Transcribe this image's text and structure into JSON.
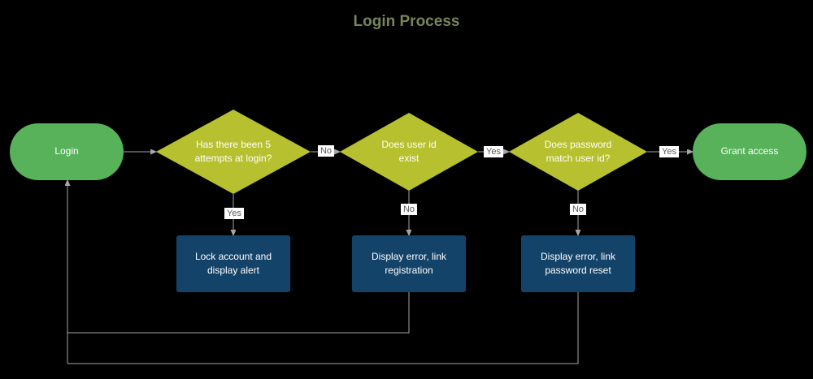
{
  "title": "Login Process",
  "colors": {
    "background": "#000000",
    "terminal_fill": "#57b25a",
    "decision_fill": "#b7c02e",
    "process_fill": "#14436a",
    "shape_text": "#ffffff",
    "connector": "#a6a6a6",
    "label_text": "#595959",
    "label_bg": "#ffffff",
    "title_color": "#76855a"
  },
  "nodes": {
    "login": {
      "label": "Login",
      "type": "terminal"
    },
    "attempts": {
      "label": "Has there been 5 attempts at login?",
      "type": "decision"
    },
    "user_exists": {
      "label": "Does user id exist",
      "type": "decision"
    },
    "password_match": {
      "label": "Does password match user id?",
      "type": "decision"
    },
    "lock_account": {
      "label": "Lock account and display alert",
      "type": "process"
    },
    "error_registration": {
      "label": "Display error, link registration",
      "type": "process"
    },
    "error_reset": {
      "label": "Display error, link password reset",
      "type": "process"
    },
    "grant_access": {
      "label": "Grant access",
      "type": "terminal"
    }
  },
  "edge_labels": {
    "attempts_no": "No",
    "attempts_yes": "Yes",
    "user_exists_yes": "Yes",
    "user_exists_no": "No",
    "password_yes": "Yes",
    "password_no": "No"
  }
}
